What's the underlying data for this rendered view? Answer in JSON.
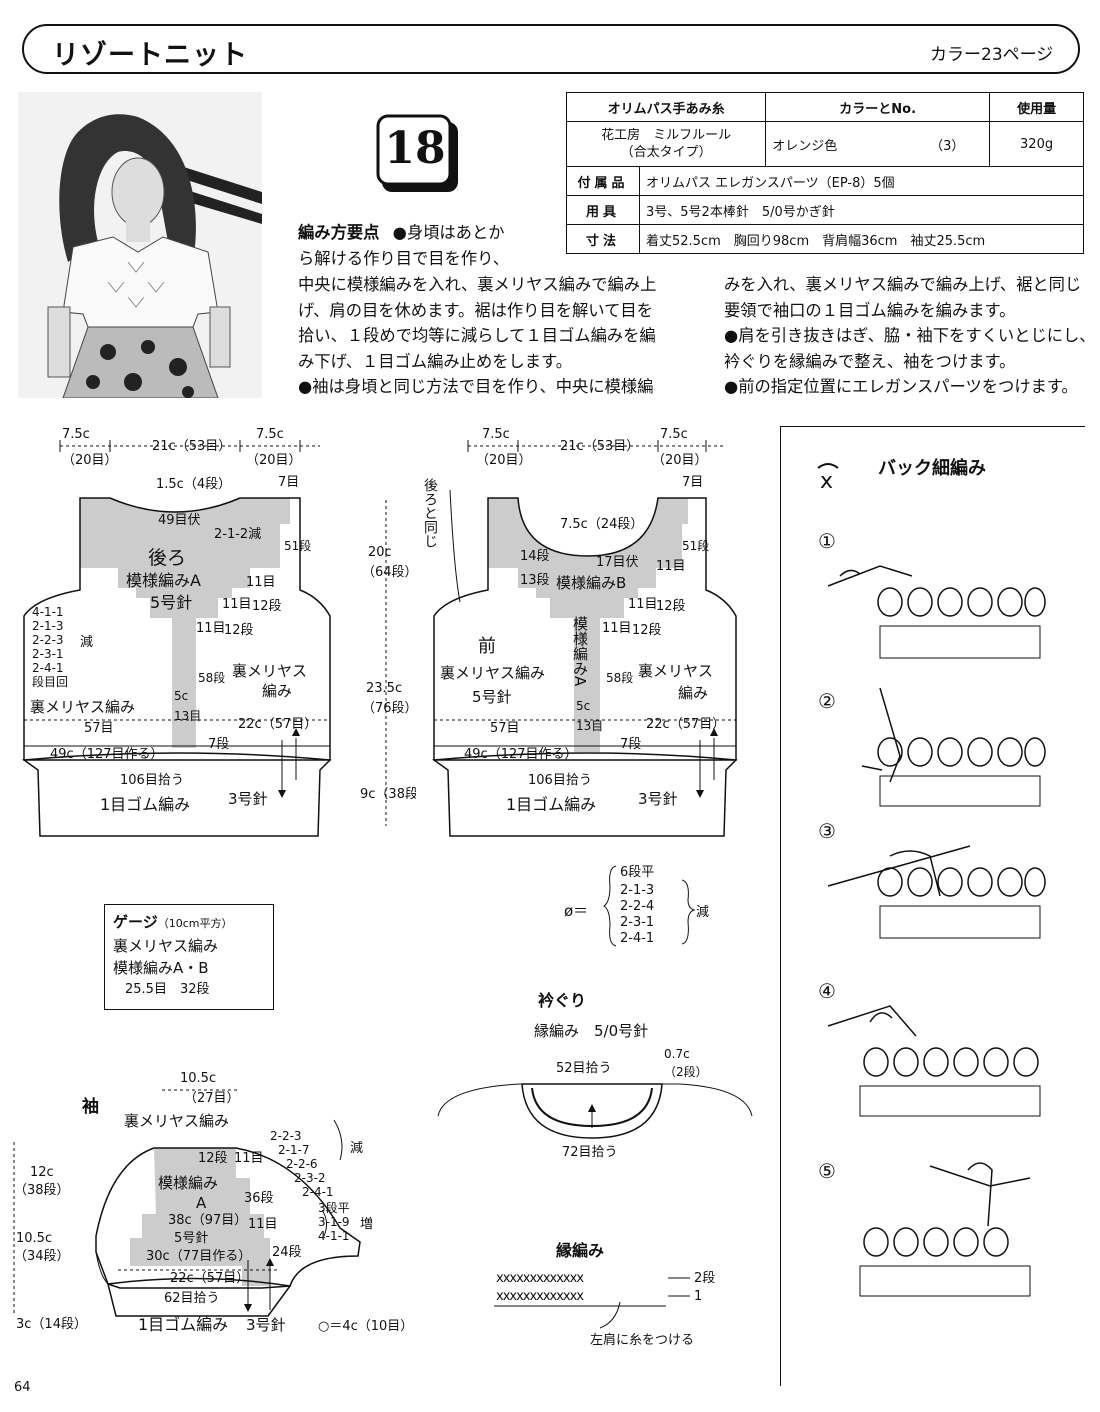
{
  "header": {
    "title": "リゾートニット",
    "color_ref": "カラー23ページ"
  },
  "pattern_number": "18",
  "materials": {
    "head_yarn": "オリムパス手あみ糸",
    "head_color": "カラーとNo.",
    "head_amount": "使用量",
    "yarn_name_1": "花工房　ミルフルール",
    "yarn_name_2": "（合太タイプ）",
    "yarn_color": "オレンジ色",
    "yarn_no": "（3）",
    "yarn_amount": "320g",
    "parts_label": "付属品",
    "parts_value": "オリムパス エレガンスパーツ（EP-8）5個",
    "tools_label": "用具",
    "tools_value": "3号、5号2本棒針　5/0号かぎ針",
    "size_label": "寸法",
    "size_value": "着丈52.5cm　胸回り98cm　背肩幅36cm　袖丈25.5cm"
  },
  "instructions": {
    "heading": "編み方要点",
    "line1": "●身頃はあとか",
    "line2": "ら解ける作り目で目を作り、",
    "left_lines": [
      "中央に模様編みを入れ、裏メリヤス編みで編み上",
      "げ、肩の目を休めます。裾は作り目を解いて目を",
      "拾い、１段めで均等に減らして１目ゴム編みを編",
      "み下げ、１目ゴム編み止めをします。",
      "●袖は身頃と同じ方法で目を作り、中央に模様編"
    ],
    "right_lines": [
      "みを入れ、裏メリヤス編みで編み上げ、裾と同じ",
      "要領で袖口の１目ゴム編みを編みます。",
      "●肩を引き抜きはぎ、脇・袖下をすくいとじにし、",
      "衿ぐりを縁編みで整え、袖をつけます。",
      "●前の指定位置にエレガンスパーツをつけます。"
    ]
  },
  "back": {
    "top_left": "7.5c",
    "top_left_st": "（20目）",
    "top_mid": "21c（53目）",
    "top_right": "7.5c",
    "top_right_st": "（20目）",
    "neck": "1.5c（4段）",
    "neck_bind": "49目伏",
    "shoulder_dec": "2-1-2減",
    "shoulder_st": "7目",
    "rows51": "51段",
    "title": "後ろ",
    "pattern": "模様編みA",
    "needle": "5号針",
    "st11a": "11目",
    "st11b": "11目",
    "st11c": "11目",
    "r12a": "12段",
    "r12b": "12段",
    "dec_list": [
      "4-1-1",
      "2-1-3",
      "2-2-3",
      "2-3-1",
      "2-4-1"
    ],
    "dec_word": "減",
    "dec_head": "段目回",
    "ura": "裏メリヤス編み",
    "ura2a": "裏メリヤス",
    "ura2b": "編み",
    "rows58": "58段",
    "w5c": "5c",
    "w13": "13目",
    "st57": "57目",
    "w22": "22c（57目）",
    "rows7": "7段",
    "cast": "49c（127目作る）",
    "pick": "106目拾う",
    "rib": "1目ゴム編み",
    "needle3": "3号針"
  },
  "height": {
    "h1": "20c",
    "h1r": "（64段）",
    "h2": "23.5c",
    "h2r": "（76段）",
    "h3": "9c（38段）"
  },
  "front": {
    "top_left": "7.5c",
    "top_left_st": "（20目）",
    "top_mid": "21c（53目）",
    "top_right": "7.5c",
    "top_right_st": "（20目）",
    "same": "後ろと同じ",
    "neck": "7.5c（24段）",
    "shoulder_st": "7目",
    "rows51": "51段",
    "r14": "14段",
    "bind17": "17目伏",
    "r13": "13段",
    "pattern": "模様編みB",
    "st11a": "11目",
    "st11b": "11目",
    "st11c": "11目",
    "r12a": "12段",
    "r12b": "12段",
    "vpattern": "模様編みA",
    "w5c": "5c",
    "w13": "13目",
    "title": "前",
    "ura": "裏メリヤス編み",
    "ura2a": "裏メリヤス",
    "ura2b": "編み",
    "needle": "5号針",
    "rows58": "58段",
    "st57": "57目",
    "w22": "22c（57目）",
    "rows7": "7段",
    "cast": "49c（127目作る）",
    "pick": "106目拾う",
    "rib": "1目ゴム編み",
    "needle3": "3号針"
  },
  "phi": {
    "lead": "6段平",
    "list": [
      "2-1-3",
      "2-2-4",
      "2-3-1",
      "2-4-1"
    ],
    "word": "減"
  },
  "gauge": {
    "title": "ゲージ",
    "title_sub": "（10cm平方）",
    "l1": "裏メリヤス編み",
    "l2": "模様編みA・B",
    "l3": "25.5目　32段"
  },
  "neckline": {
    "title": "衿ぐり",
    "sub": "縁編み　5/0号針",
    "pick52": "52目拾う",
    "w07": "0.7c",
    "r2": "（2段）",
    "pick72": "72目拾う"
  },
  "edging": {
    "title": "縁編み",
    "row2": "2段",
    "row1": "1",
    "note": "左肩に糸をつける"
  },
  "sleeve": {
    "label": "袖",
    "top": "10.5c",
    "top_st": "（27目）",
    "ura": "裏メリヤス編み",
    "r12": "12段",
    "st11": "11目",
    "pattern": "模様編み",
    "pA": "A",
    "r36": "36段",
    "w38": "38c（97目）",
    "needle": "5号針",
    "st11b": "11目",
    "cast": "30c（77目作る）",
    "r24": "24段",
    "w22": "22c（57目）",
    "pick": "62目拾う",
    "rib": "1目ゴム編み",
    "needle3": "3号針",
    "circ": "○＝4c（10目）",
    "dec_list": [
      "2-2-3",
      "2-1-7",
      "2-2-6",
      "2-3-2",
      "2-4-1"
    ],
    "dec_word": "減",
    "inc_list": [
      "3段平",
      "3-1-9",
      "4-1-1"
    ],
    "inc_word": "増",
    "h1": "12c",
    "h1r": "（38段）",
    "h2": "10.5c",
    "h2r": "（34段）",
    "h3": "3c（14段）"
  },
  "back_sc": {
    "title": "バック細編み",
    "steps": [
      "①",
      "②",
      "③",
      "④",
      "⑤"
    ]
  },
  "page_number": "64"
}
